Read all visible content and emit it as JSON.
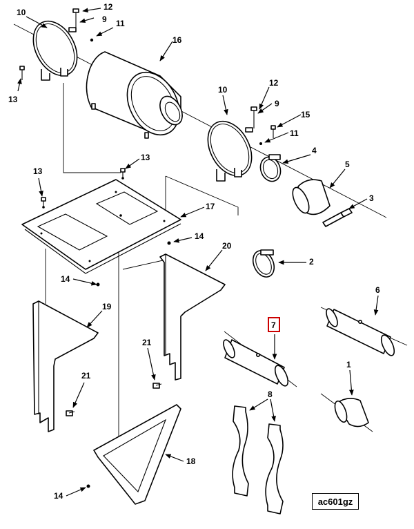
{
  "figure_id": "ac601gz",
  "highlight_color": "#cc0000",
  "callouts": {
    "c10a": "10",
    "c12a": "12",
    "c9a": "9",
    "c11a": "11",
    "c13a": "13",
    "c16": "16",
    "c10b": "10",
    "c12b": "12",
    "c9b": "9",
    "c15": "15",
    "c11b": "11",
    "c4": "4",
    "c5": "5",
    "c3": "3",
    "c13b": "13",
    "c13c": "13",
    "c17": "17",
    "c14a": "14",
    "c20": "20",
    "c2": "2",
    "c14b": "14",
    "c19": "19",
    "c6": "6",
    "c7": "7",
    "c21a": "21",
    "c21b": "21",
    "c1": "1",
    "c8": "8",
    "c18": "18",
    "c14c": "14"
  }
}
